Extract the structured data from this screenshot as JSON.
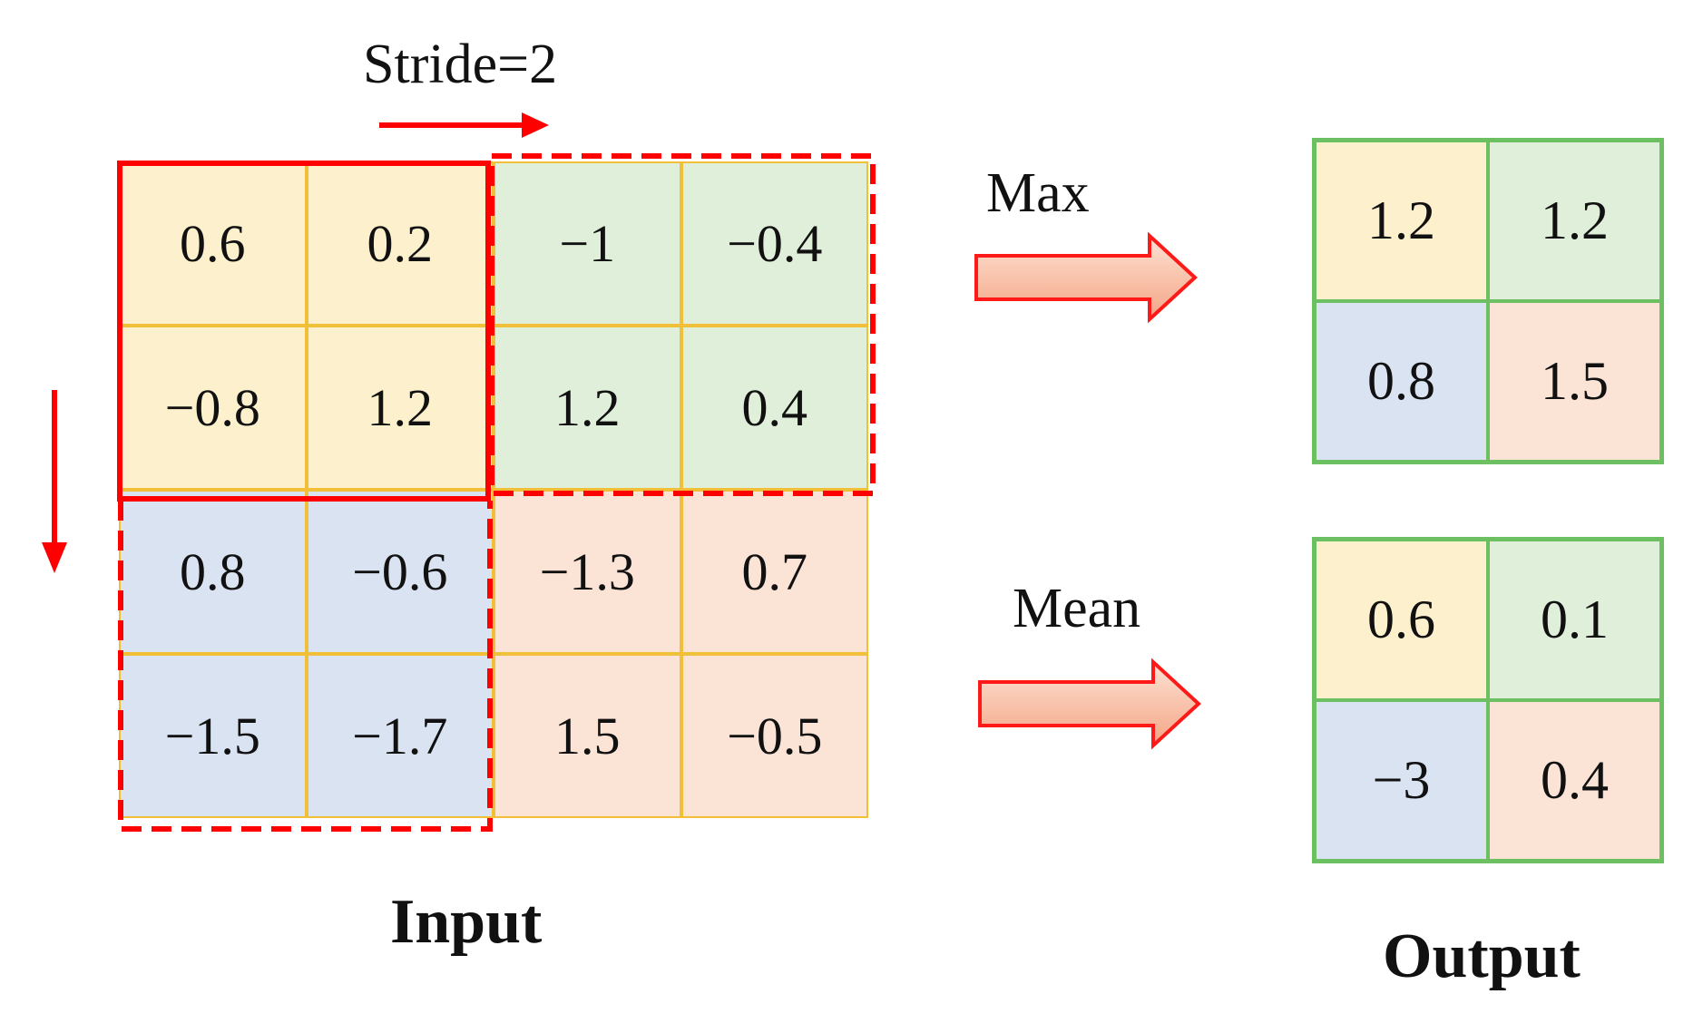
{
  "stride_label": "Stride=2",
  "input": {
    "label": "Input",
    "rows": [
      [
        "0.6",
        "0.2",
        "−1",
        "−0.4"
      ],
      [
        "−0.8",
        "1.2",
        "1.2",
        "0.4"
      ],
      [
        "0.8",
        "−0.6",
        "−1.3",
        "0.7"
      ],
      [
        "−1.5",
        "−1.7",
        "1.5",
        "−0.5"
      ]
    ]
  },
  "operations": {
    "max_label": "Max",
    "mean_label": "Mean"
  },
  "output": {
    "label": "Output",
    "max": [
      [
        "1.2",
        "1.2"
      ],
      [
        "0.8",
        "1.5"
      ]
    ],
    "mean": [
      [
        "0.6",
        "0.1"
      ],
      [
        "−3",
        "0.4"
      ]
    ]
  },
  "colors": {
    "pool_window": "#ff0000",
    "input_border": "#f2bf38",
    "output_border": "#6cc061",
    "quadrant_top_left": "#fdf0cd",
    "quadrant_top_right": "#e0efd9",
    "quadrant_bottom_left": "#d9e3f2",
    "quadrant_bottom_right": "#fbe3d6"
  }
}
